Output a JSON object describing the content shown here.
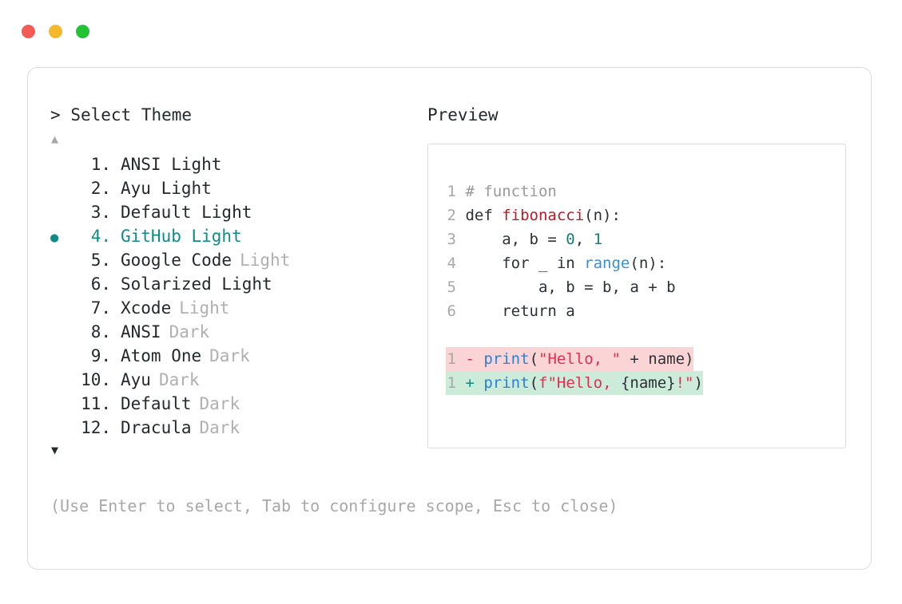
{
  "window": {
    "dots": [
      {
        "name": "close-dot",
        "color": "#f45b54"
      },
      {
        "name": "minimize-dot",
        "color": "#f5b82a"
      },
      {
        "name": "maximize-dot",
        "color": "#23c336"
      }
    ]
  },
  "selector": {
    "prompt_symbol": ">",
    "prompt_label": "Select Theme",
    "scroll_up_glyph": "▲",
    "scroll_down_glyph": "▼",
    "selected_bullet": "●",
    "selected_index": 4,
    "accent_color": "#108b86",
    "items": [
      {
        "index": "1.",
        "name": "ANSI Light",
        "variant": "",
        "selected": false
      },
      {
        "index": "2.",
        "name": "Ayu Light",
        "variant": "",
        "selected": false
      },
      {
        "index": "3.",
        "name": "Default Light",
        "variant": "",
        "selected": false
      },
      {
        "index": "4.",
        "name": "GitHub Light",
        "variant": "",
        "selected": true
      },
      {
        "index": "5.",
        "name": "Google Code",
        "variant": "Light",
        "selected": false
      },
      {
        "index": "6.",
        "name": "Solarized Light",
        "variant": "",
        "selected": false
      },
      {
        "index": "7.",
        "name": "Xcode",
        "variant": "Light",
        "selected": false
      },
      {
        "index": "8.",
        "name": "ANSI",
        "variant": "Dark",
        "selected": false
      },
      {
        "index": "9.",
        "name": "Atom One",
        "variant": "Dark",
        "selected": false
      },
      {
        "index": "10.",
        "name": "Ayu",
        "variant": "Dark",
        "selected": false
      },
      {
        "index": "11.",
        "name": "Default",
        "variant": "Dark",
        "selected": false
      },
      {
        "index": "12.",
        "name": "Dracula",
        "variant": "Dark",
        "selected": false
      }
    ]
  },
  "preview": {
    "label": "Preview",
    "code_lines": [
      {
        "num": "1",
        "tokens": [
          {
            "t": "# function",
            "c": "comment"
          }
        ]
      },
      {
        "num": "2",
        "tokens": [
          {
            "t": "def ",
            "c": "plain"
          },
          {
            "t": "fibonacci",
            "c": "func"
          },
          {
            "t": "(n):",
            "c": "plain"
          }
        ]
      },
      {
        "num": "3",
        "tokens": [
          {
            "t": "    a, b = ",
            "c": "plain"
          },
          {
            "t": "0",
            "c": "num"
          },
          {
            "t": ", ",
            "c": "plain"
          },
          {
            "t": "1",
            "c": "num"
          }
        ]
      },
      {
        "num": "4",
        "tokens": [
          {
            "t": "    for _ in ",
            "c": "plain"
          },
          {
            "t": "range",
            "c": "builtin"
          },
          {
            "t": "(n):",
            "c": "plain"
          }
        ]
      },
      {
        "num": "5",
        "tokens": [
          {
            "t": "        a, b = b, a + b",
            "c": "plain"
          }
        ]
      },
      {
        "num": "6",
        "tokens": [
          {
            "t": "    return a",
            "c": "plain"
          }
        ]
      }
    ],
    "diff_lines": [
      {
        "num": "1",
        "marker": "-",
        "kind": "del",
        "tokens": [
          {
            "t": "print",
            "c": "blue"
          },
          {
            "t": "(",
            "c": "plain"
          },
          {
            "t": "\"Hello, \"",
            "c": "string"
          },
          {
            "t": " + name)",
            "c": "plain"
          }
        ]
      },
      {
        "num": "1",
        "marker": "+",
        "kind": "add",
        "tokens": [
          {
            "t": "print",
            "c": "blue"
          },
          {
            "t": "(",
            "c": "plain"
          },
          {
            "t": "f\"Hello, ",
            "c": "string"
          },
          {
            "t": "{name}",
            "c": "plain"
          },
          {
            "t": "!\"",
            "c": "string"
          },
          {
            "t": ")",
            "c": "plain"
          }
        ]
      }
    ],
    "colors": {
      "diff_removed_bg": "#fbd5d5",
      "diff_added_bg": "#cdebd9",
      "comment": "#9a9a9a",
      "function": "#b31d28",
      "number": "#127f7a",
      "builtin": "#3d8fd1",
      "string": "#e0304f"
    }
  },
  "footer": {
    "hint": "(Use Enter to select, Tab to configure scope, Esc to close)"
  }
}
